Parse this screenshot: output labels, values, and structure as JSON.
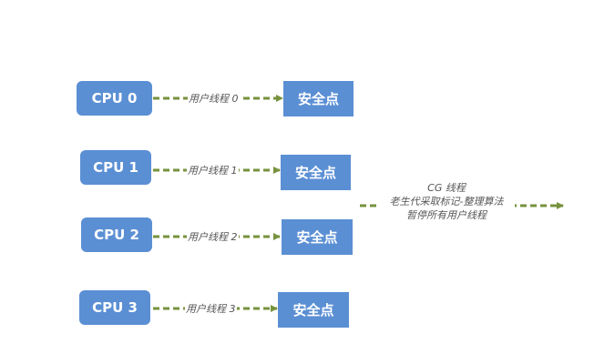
{
  "rows": [
    {
      "cpu": "CPU 0",
      "thread": "用户线程 0",
      "safepoint": "安全点"
    },
    {
      "cpu": "CPU 1",
      "thread": "用户线程 1",
      "safepoint": "安全点"
    },
    {
      "cpu": "CPU 2",
      "thread": "用户线程 2",
      "safepoint": "安全点"
    },
    {
      "cpu": "CPU 3",
      "thread": "用户线程 3",
      "safepoint": "安全点"
    }
  ],
  "gc": {
    "line1": "CG 线程",
    "line2": "老生代采取标记-整理算法",
    "line3": "暂停所有用户线程"
  },
  "colors": {
    "box": "#5b8fd4",
    "arrow": "#76923c",
    "text": "#555555"
  }
}
